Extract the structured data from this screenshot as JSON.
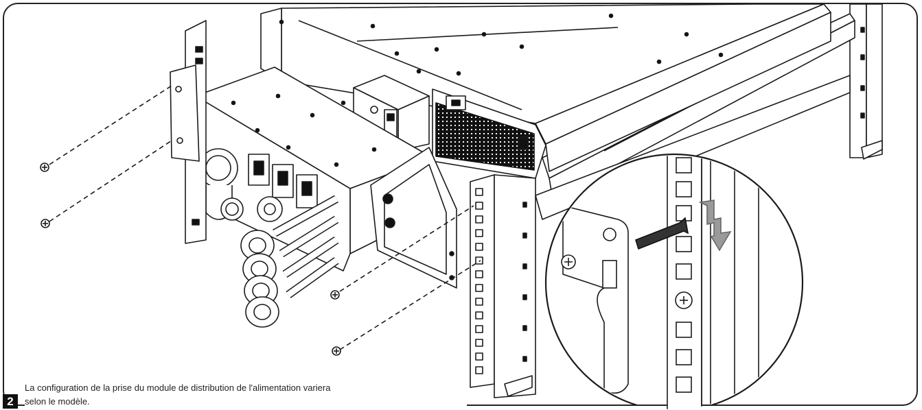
{
  "step": {
    "number": "2"
  },
  "caption": {
    "line1": "La configuration de la prise du module de distribution de l'alimentation variera",
    "line2": "selon le modèle."
  },
  "colors": {
    "line": "#1a1a1a",
    "arrow_dark": "#333333",
    "arrow_light": "#9a9a9a",
    "background": "#ffffff"
  },
  "icons": [
    "screw-icon",
    "push-arrow-icon",
    "slide-arrow-icon"
  ]
}
